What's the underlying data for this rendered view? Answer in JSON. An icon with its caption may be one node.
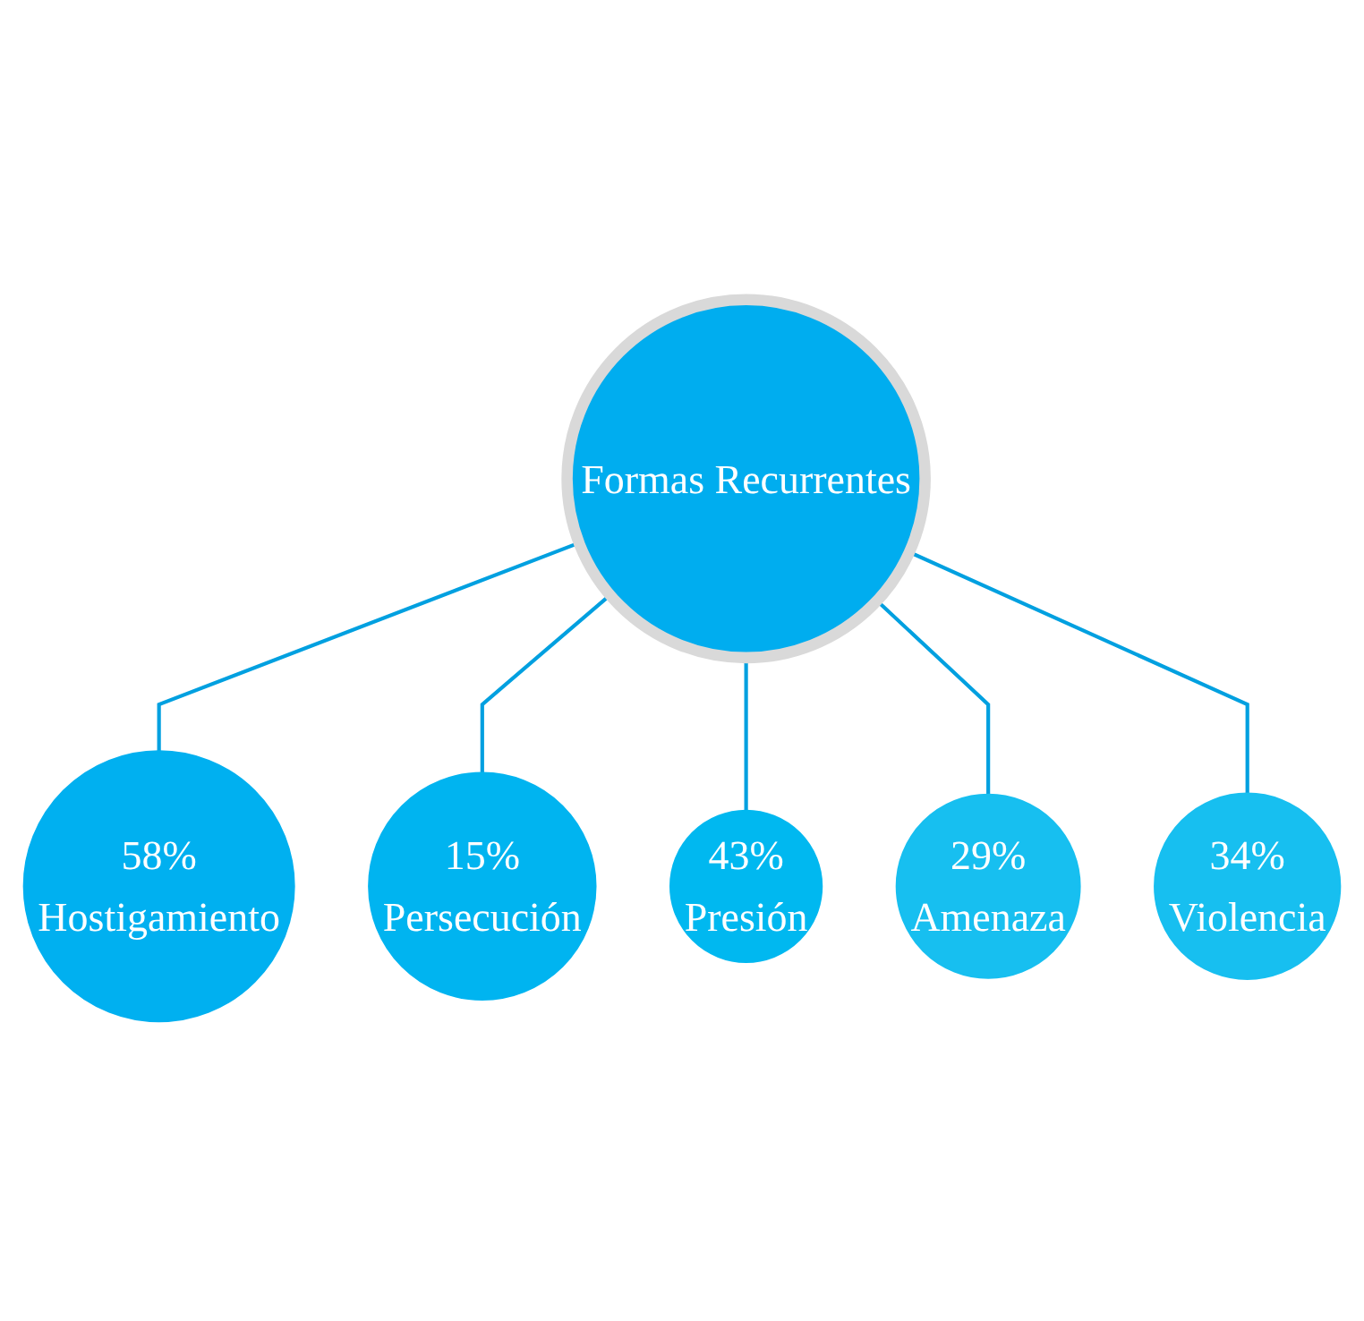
{
  "diagram": {
    "nodes": [
      {
        "text": [
          "58%",
          "Hostigamiento"
        ]
      },
      {
        "text": [
          "15%",
          "Persecución"
        ]
      },
      {
        "text": [
          "Formas Recurrentes"
        ]
      },
      {
        "text": [
          "43%",
          "Presión"
        ]
      },
      {
        "text": [
          "29%",
          "Amenaza"
        ]
      },
      {
        "text": [
          "34%",
          "Violencia"
        ]
      }
    ],
    "edges": [
      {
        "from": 2,
        "to": 0,
        "arrow": "none"
      },
      {
        "from": 2,
        "to": 1,
        "arrow": "none"
      },
      {
        "from": 2,
        "to": 3,
        "arrow": "none"
      },
      {
        "from": 2,
        "to": 4,
        "arrow": "none"
      },
      {
        "from": 2,
        "to": 5,
        "arrow": "none"
      }
    ]
  }
}
